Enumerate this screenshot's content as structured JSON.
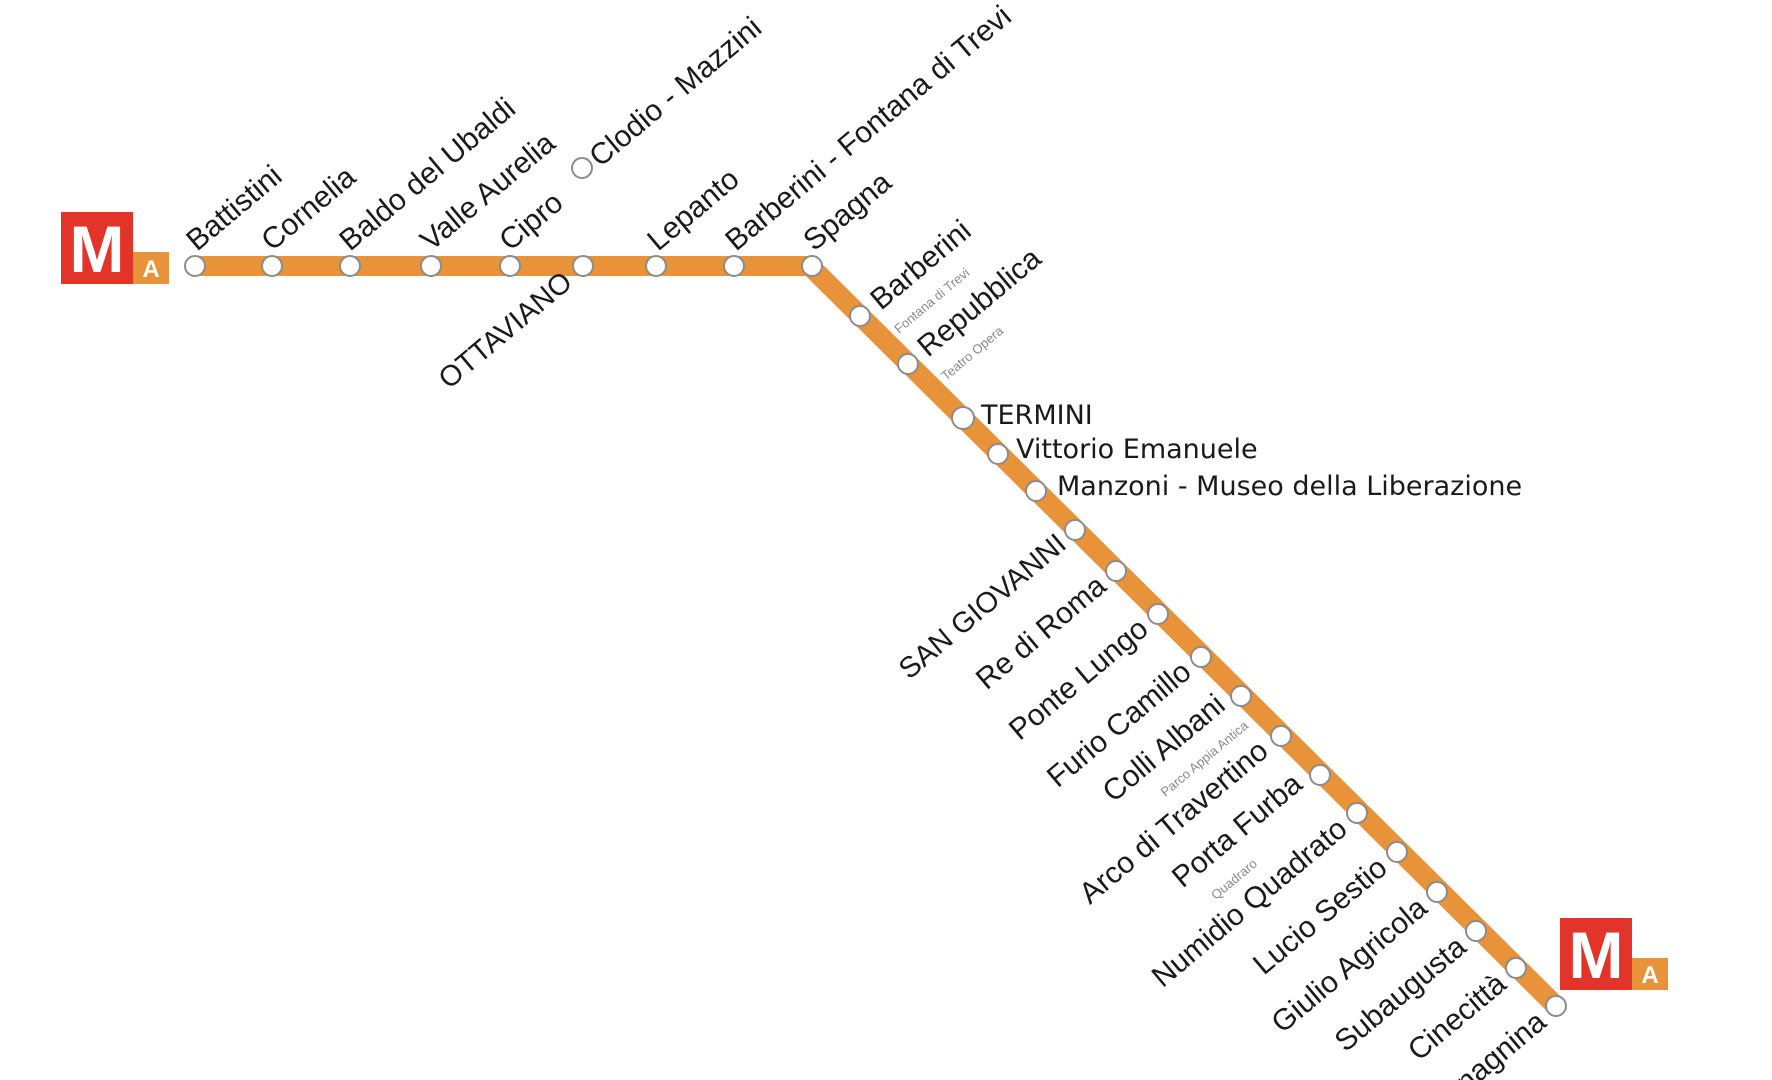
{
  "line": {
    "color": "#e8923a",
    "logo": {
      "letter": "M",
      "line_letter": "A",
      "red": "#e3342a",
      "orange": "#e8923a"
    }
  },
  "stations": {
    "battistini": {
      "name": "Battistini"
    },
    "cornelia": {
      "name": "Cornelia"
    },
    "baldo": {
      "name": "Baldo del Ubaldi"
    },
    "valle_aurelia": {
      "name": "Valle Aurelia"
    },
    "cipro": {
      "name": "Cipro"
    },
    "ottaviano": {
      "name": "OTTAVIANO"
    },
    "clodio": {
      "name": "Clodio - Mazzini"
    },
    "lepanto": {
      "name": "Lepanto"
    },
    "barberini_top": {
      "name": "Barberini - Fontana di Trevi"
    },
    "spagna": {
      "name": "Spagna"
    },
    "barberini": {
      "name": "Barberini",
      "sub": "Fontana di Trevi"
    },
    "repubblica": {
      "name": "Repubblica",
      "sub": "Teatro Opera"
    },
    "termini": {
      "name": "TERMINI"
    },
    "vittorio": {
      "name": "Vittorio Emanuele"
    },
    "manzoni": {
      "name": "Manzoni - Museo della Liberazione"
    },
    "san_giovanni": {
      "name": "SAN GIOVANNI"
    },
    "re_di_roma": {
      "name": "Re di Roma"
    },
    "ponte_lungo": {
      "name": "Ponte Lungo"
    },
    "furio_camillo": {
      "name": "Furio Camillo"
    },
    "colli_albani": {
      "name": "Colli Albani",
      "sub": "Parco Appia Antica"
    },
    "arco": {
      "name": "Arco di Travertino"
    },
    "porta_furba": {
      "name": "Porta Furba",
      "sub": "Quadraro"
    },
    "numidio": {
      "name": "Numidio Quadrato"
    },
    "lucio": {
      "name": "Lucio Sestio"
    },
    "giulio": {
      "name": "Giulio Agricola"
    },
    "subaugusta": {
      "name": "Subaugusta"
    },
    "cinecitta": {
      "name": "Cinecittà"
    },
    "anagnina": {
      "name": "Anagnina"
    }
  }
}
